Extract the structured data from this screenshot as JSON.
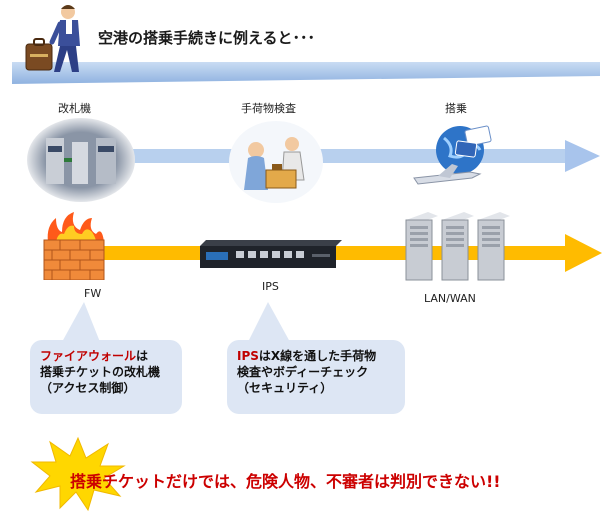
{
  "title": "空港の搭乗手続きに例えると･･･",
  "airport_stages": [
    "改札機",
    "手荷物検査",
    "搭乗"
  ],
  "devices": [
    "FW",
    "IPS",
    "LAN/WAN"
  ],
  "callouts": {
    "fw": {
      "highlight": "ファイアウォール",
      "line1_rest": "は",
      "line2": "搭乗チケットの改札機",
      "line3": "（アクセス制御）"
    },
    "ips": {
      "highlight": "IPS",
      "line1_rest": "はX線を通した手荷物",
      "line2": "検査やボディーチェック",
      "line3": "（セキュリティ）"
    }
  },
  "warning": "搭乗チケットだけでは、危険人物、不審者は判別できない!!",
  "icons": [
    "traveler-icon",
    "ticket-gate-icon",
    "baggage-inspection-icon",
    "airplane-globe-icon",
    "firewall-icon",
    "ips-appliance-icon",
    "server-rack-icon",
    "burst-icon"
  ],
  "colors": {
    "top_arrow": "#b8d0ee",
    "bottom_arrow": "#ffbb00",
    "callout_bg": "#dde6f4",
    "highlight": "#c00000",
    "warning_text": "#cc0000",
    "burst": "#ffd700"
  }
}
